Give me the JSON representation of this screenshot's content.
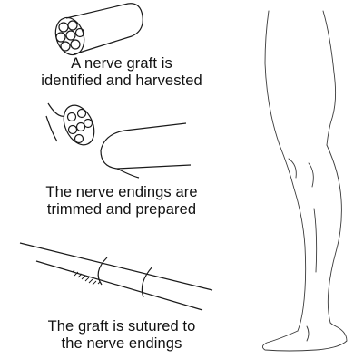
{
  "steps": [
    {
      "line1": "A nerve graft is",
      "line2": "identified and harvested",
      "icon": "nerve-bundle-icon"
    },
    {
      "line1": "The nerve endings are",
      "line2": "trimmed and prepared",
      "icon": "nerve-ends-icon"
    },
    {
      "line1": "The graft is sutured to",
      "line2": "the nerve endings",
      "icon": "sutured-graft-icon"
    }
  ],
  "figure": {
    "icon": "leg-outline-icon"
  },
  "colors": {
    "ink": "#1a1a1a",
    "background": "#ffffff"
  }
}
